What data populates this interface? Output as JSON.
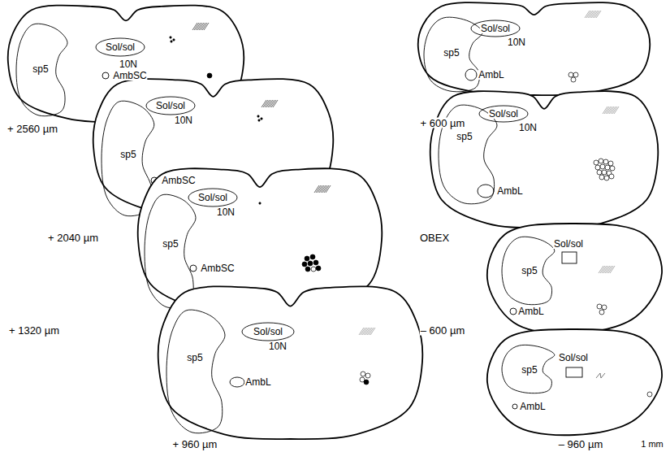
{
  "diagram": {
    "labels": [
      "sp5",
      "Sol/sol",
      "10N",
      "AmbSC",
      "+ 2560 µm",
      "sp5",
      "Sol/sol",
      "10N",
      "AmbSC",
      "+ 2040 µm",
      "sp5",
      "Sol/sol",
      "10N",
      "AmbSC",
      "+ 1320 µm",
      "sp5",
      "Sol/sol",
      "10N",
      "AmbL",
      "+ 960 µm",
      "sp5",
      "Sol/sol",
      "10N",
      "AmbL",
      "+ 600 µm",
      "sp5",
      "Sol/sol",
      "10N",
      "AmbL",
      "OBEX",
      "sp5",
      "Sol/sol",
      "AmbL",
      "– 600 µm",
      "sp5",
      "Sol/sol",
      "AmbL",
      "– 960 µm",
      "1 mm"
    ]
  }
}
